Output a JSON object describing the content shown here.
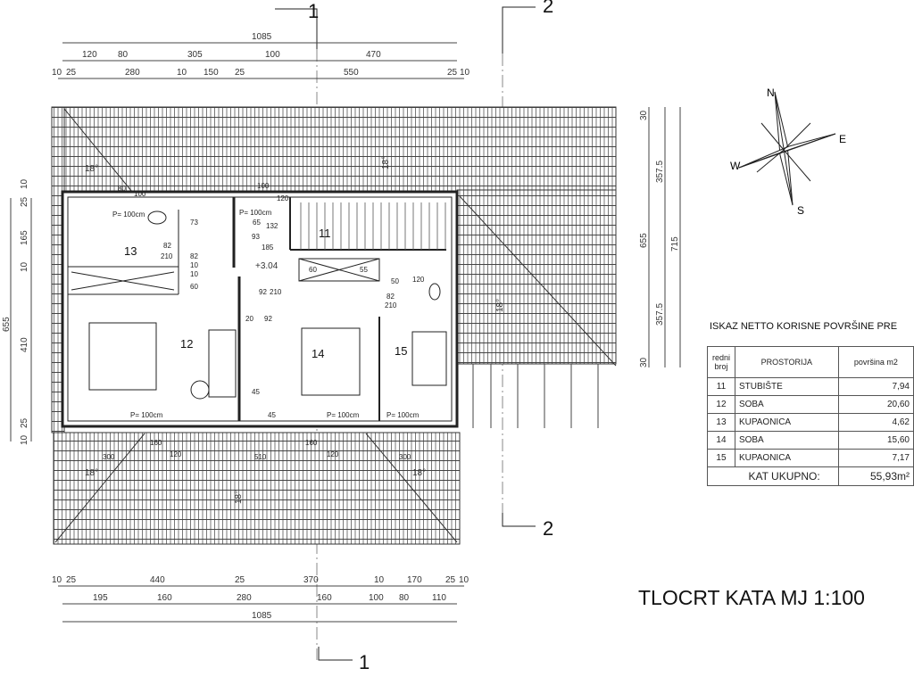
{
  "section_markers": {
    "top_1": "1",
    "top_2": "2",
    "bottom_2": "2",
    "bottom_1": "1"
  },
  "compass": {
    "n": "N",
    "e": "E",
    "s": "S",
    "w": "W"
  },
  "dims": {
    "top_total": "1085",
    "top_row2": [
      "120",
      "80",
      "305",
      "100",
      "470"
    ],
    "top_row3": [
      "10",
      "25",
      "280",
      "10",
      "150",
      "25",
      "550",
      "25",
      "10"
    ],
    "bottom_row1": [
      "10",
      "25",
      "440",
      "25",
      "370",
      "10",
      "170",
      "25",
      "10"
    ],
    "bottom_row2": [
      "195",
      "160",
      "280",
      "160",
      "100",
      "80",
      "110"
    ],
    "bottom_total": "1085",
    "left_total": "655",
    "left_row": [
      "25",
      "10",
      "165",
      "10",
      "410",
      "10",
      "25"
    ],
    "right_a": [
      "30",
      "655",
      "30"
    ],
    "right_b": [
      "357.5",
      "357.5"
    ],
    "right_c": "715",
    "interior": [
      "73",
      "65",
      "132",
      "93",
      "185",
      "82",
      "210",
      "60",
      "10",
      "10",
      "82",
      "92",
      "210",
      "20",
      "92",
      "45",
      "45",
      "60",
      "55",
      "50",
      "120",
      "82",
      "210",
      "80",
      "100",
      "100",
      "120",
      "300",
      "510",
      "160",
      "120",
      "160",
      "120",
      "300"
    ]
  },
  "rooms": [
    {
      "number": "11"
    },
    {
      "number": "12"
    },
    {
      "number": "13"
    },
    {
      "number": "14"
    },
    {
      "number": "15"
    }
  ],
  "elevation": "+3.04",
  "roof_slope": "18°",
  "parapet_label": "P= 100cm",
  "table": {
    "title": "ISKAZ NETTO KORISNE POVRŠINE PRE",
    "headers": {
      "no": "redni broj",
      "room": "PROSTORIJA",
      "area": "površina m2"
    },
    "rows": [
      {
        "no": "11",
        "room": "STUBIŠTE",
        "area": "7,94"
      },
      {
        "no": "12",
        "room": "SOBA",
        "area": "20,60"
      },
      {
        "no": "13",
        "room": "KUPAONICA",
        "area": "4,62"
      },
      {
        "no": "14",
        "room": "SOBA",
        "area": "15,60"
      },
      {
        "no": "15",
        "room": "KUPAONICA",
        "area": "7,17"
      }
    ],
    "total_label": "KAT UKUPNO:",
    "total_value": "55,93m²"
  },
  "plan_title": "TLOCRT KATA MJ 1:100",
  "colors": {
    "line": "#222222",
    "hatch": "#555555"
  }
}
